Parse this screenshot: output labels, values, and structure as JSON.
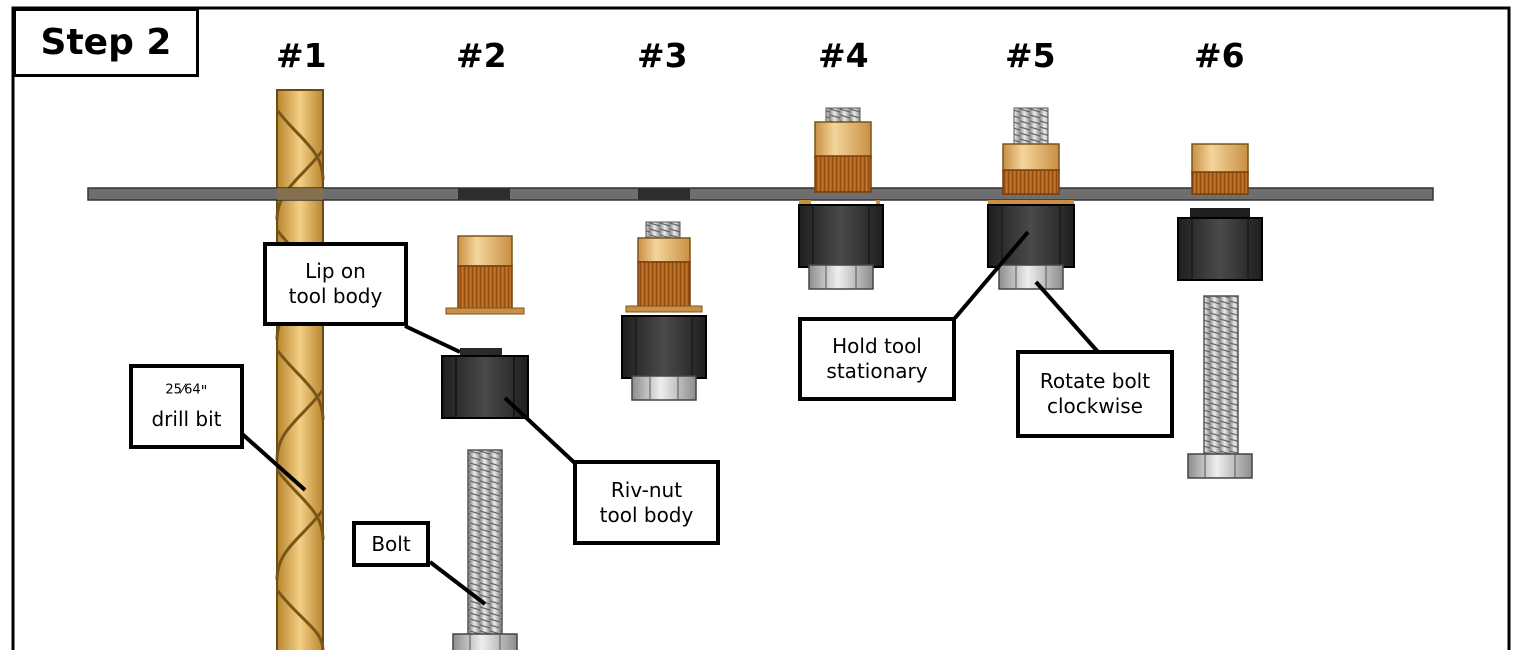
{
  "step": {
    "title": "Step 2"
  },
  "positions": [
    "#1",
    "#2",
    "#3",
    "#4",
    "#5",
    "#6"
  ],
  "labels": {
    "lip": "Lip on\ntool body",
    "drill_sup": "25⁄64",
    "drill_quote": "\"",
    "drill_text": "drill bit",
    "rivnut": "Riv-nut\ntool body",
    "bolt": "Bolt",
    "hold": "Hold tool\nstationary",
    "rotate": "Rotate bolt\nclockwise"
  },
  "colors": {
    "brass": "#d9a862",
    "brass_dark": "#b07d3a",
    "knurl": "#b86a22",
    "tool_body": "#2f2f2f",
    "plate": "#6e6e6e",
    "bolt": "#c8c8c8",
    "outline": "#000000"
  }
}
